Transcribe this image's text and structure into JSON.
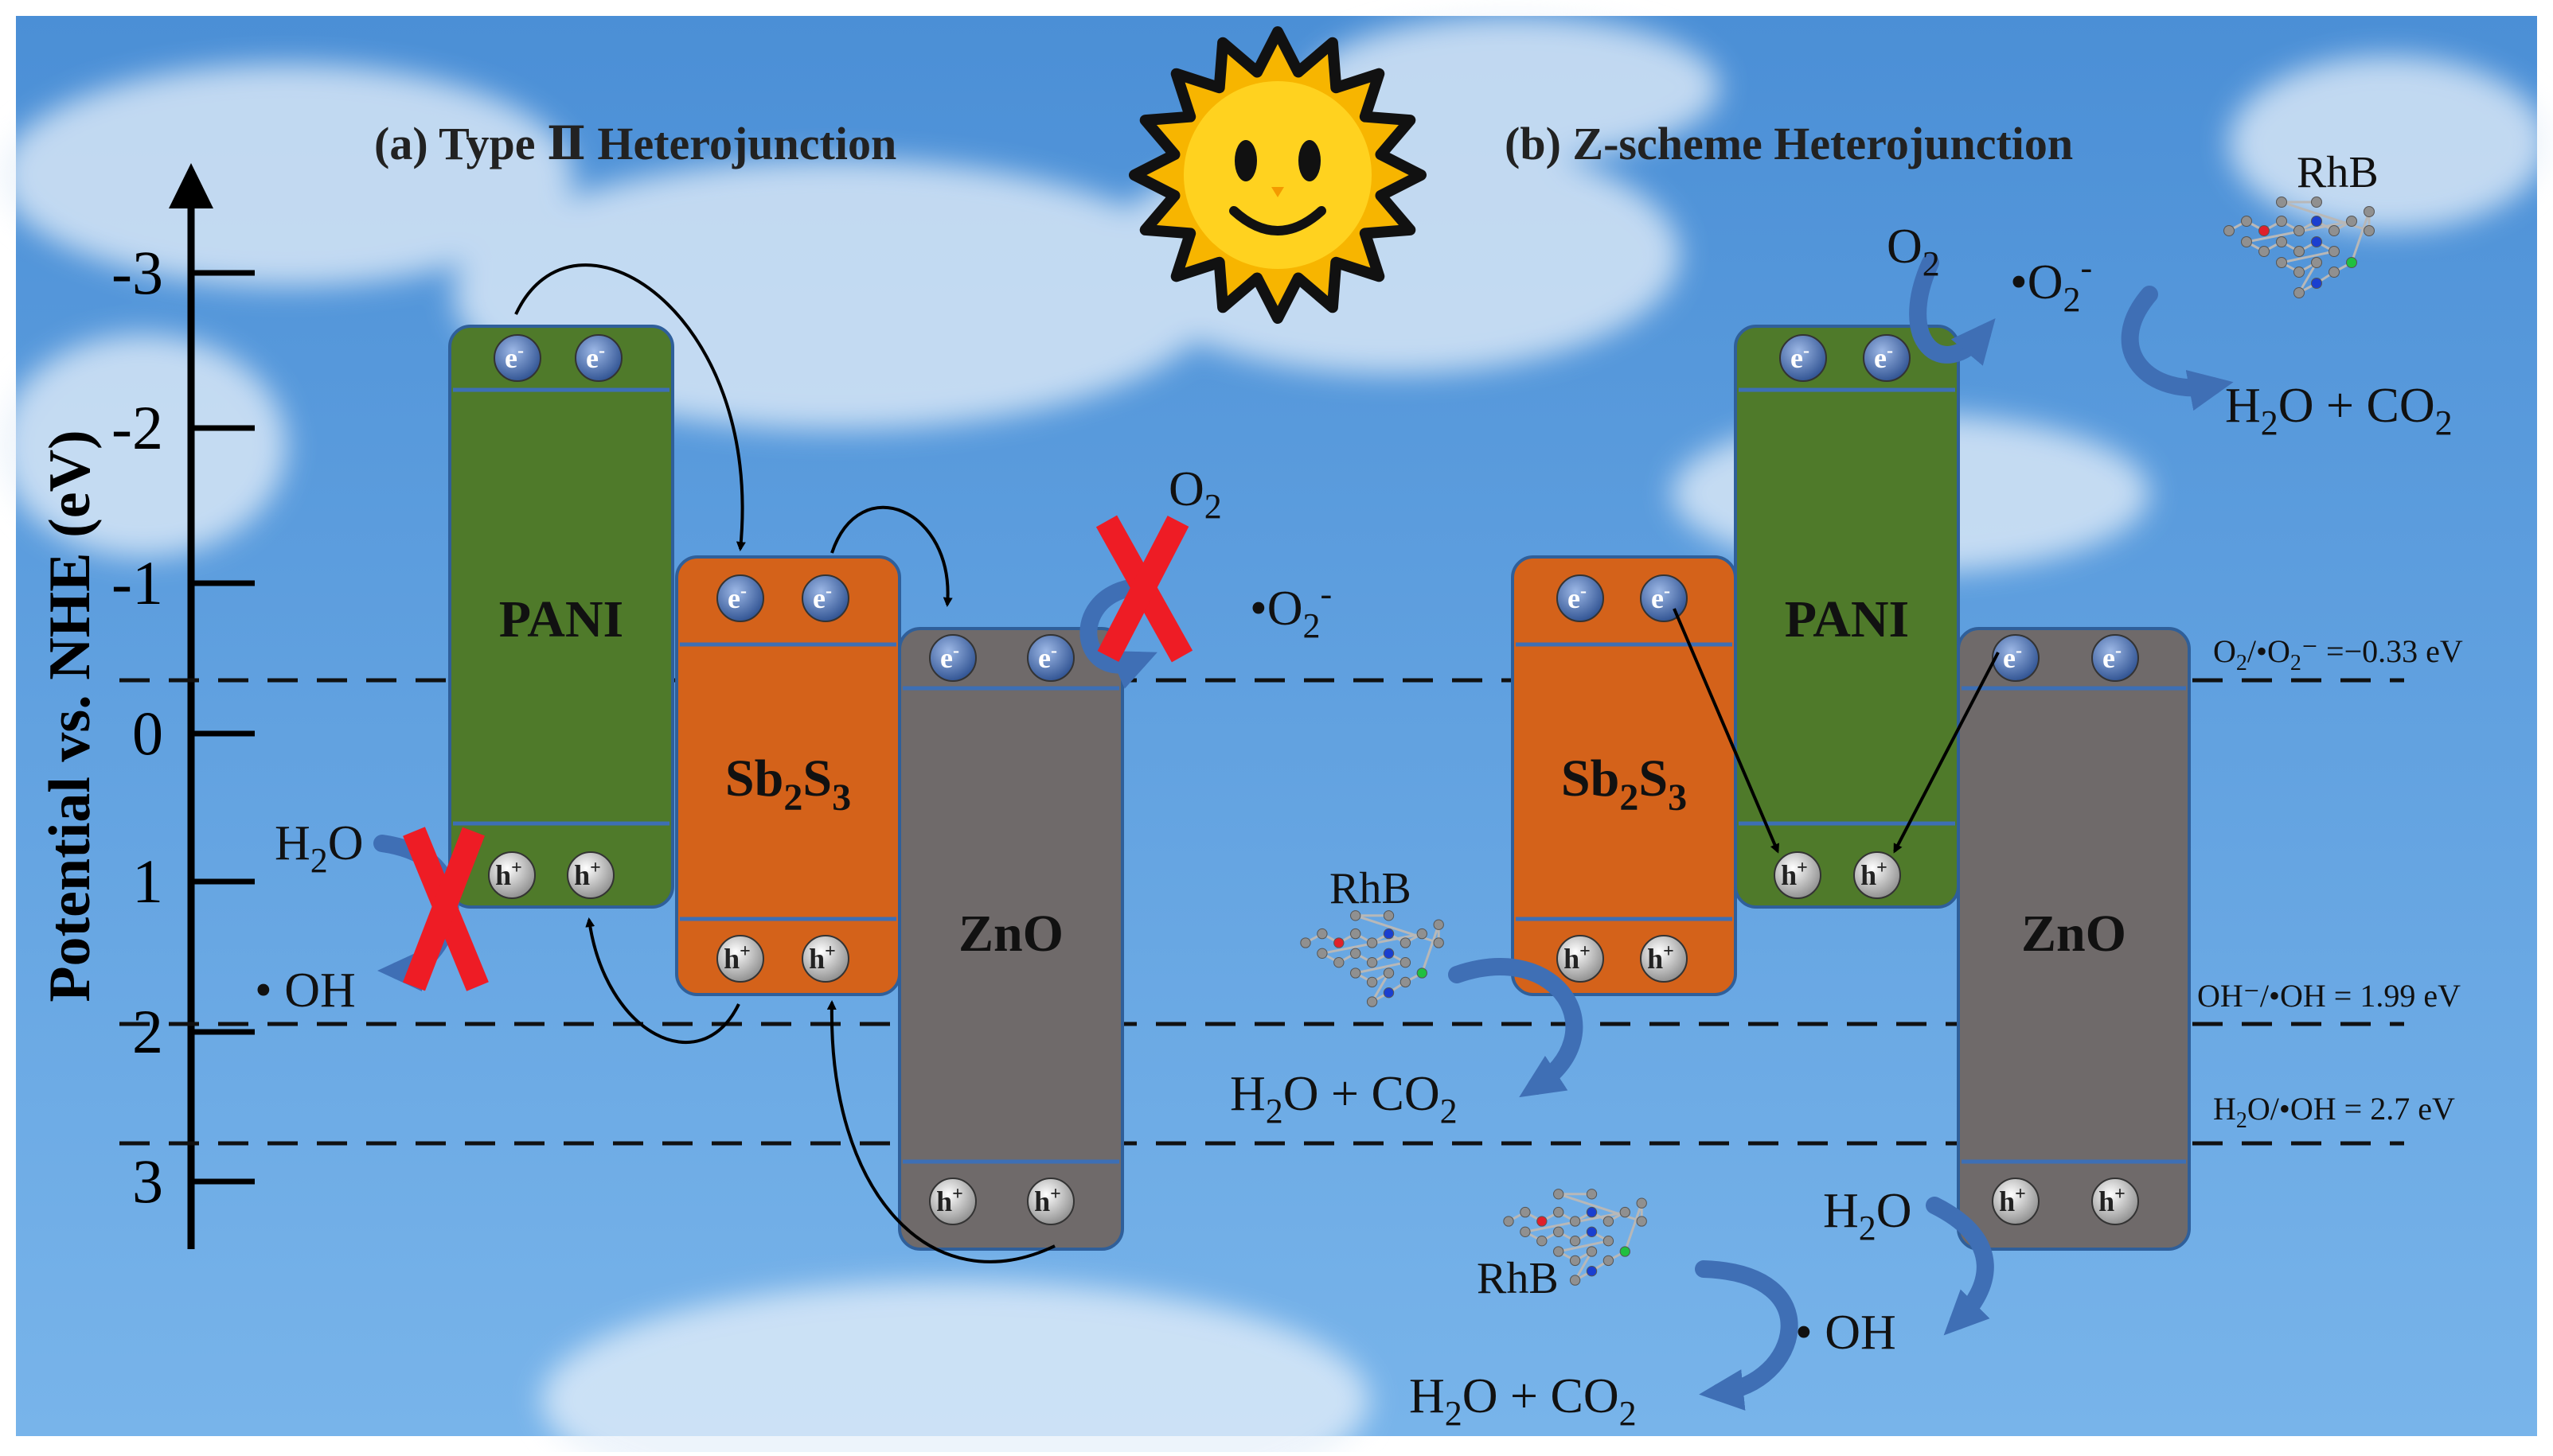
{
  "panel_a": {
    "title": "(a)  Type Ⅱ Heterojunction"
  },
  "panel_b": {
    "title": "(b)   Z-scheme Heterojunction"
  },
  "axis": {
    "label": "Potential vs. NHE (eV)",
    "ticks": [
      "-3",
      "-2",
      "-1",
      "0",
      "1",
      "2",
      "3"
    ]
  },
  "bands": {
    "pani": {
      "name": "PANI",
      "color": "#4f7a2a"
    },
    "sb2s3": {
      "name": "Sb",
      "sub1": "2",
      "mid": "S",
      "sub2": "3",
      "color": "#d4621a"
    },
    "zno": {
      "name": "ZnO",
      "color": "#6f6a6a"
    }
  },
  "carriers": {
    "electron": "e",
    "electron_sup": "-",
    "hole": "h",
    "hole_sup": "+"
  },
  "redox_levels": {
    "o2": {
      "a": "O",
      "b": "2",
      "c": "/•O",
      "d": "2",
      "e": "⁻ =−0.33 eV"
    },
    "oh": {
      "text": "OH⁻/•OH = 1.99 eV"
    },
    "h2o": {
      "a": "H",
      "b": "2",
      "c": "O/•OH = 2.7 eV"
    }
  },
  "species": {
    "o2": {
      "a": "O",
      "b": "2"
    },
    "superoxide": {
      "a": "•O",
      "b": "2",
      "c": "-"
    },
    "h2o": {
      "a": "H",
      "b": "2",
      "c": "O"
    },
    "hydroxyl": "• OH",
    "products": {
      "a": "H",
      "b": "2",
      "c": "O + CO",
      "d": "2"
    },
    "dye": "RhB"
  },
  "colors": {
    "sky": "#5d9bd8",
    "blocked_mark": "#ee1c25",
    "process_arrow": "#3f6fb5",
    "electron_ball": "#3a5fa0",
    "hole_ball": "#b9b9b9"
  },
  "icons": [
    "sun-icon",
    "cross-icon",
    "curved-arrow-icon",
    "molecule-icon"
  ]
}
